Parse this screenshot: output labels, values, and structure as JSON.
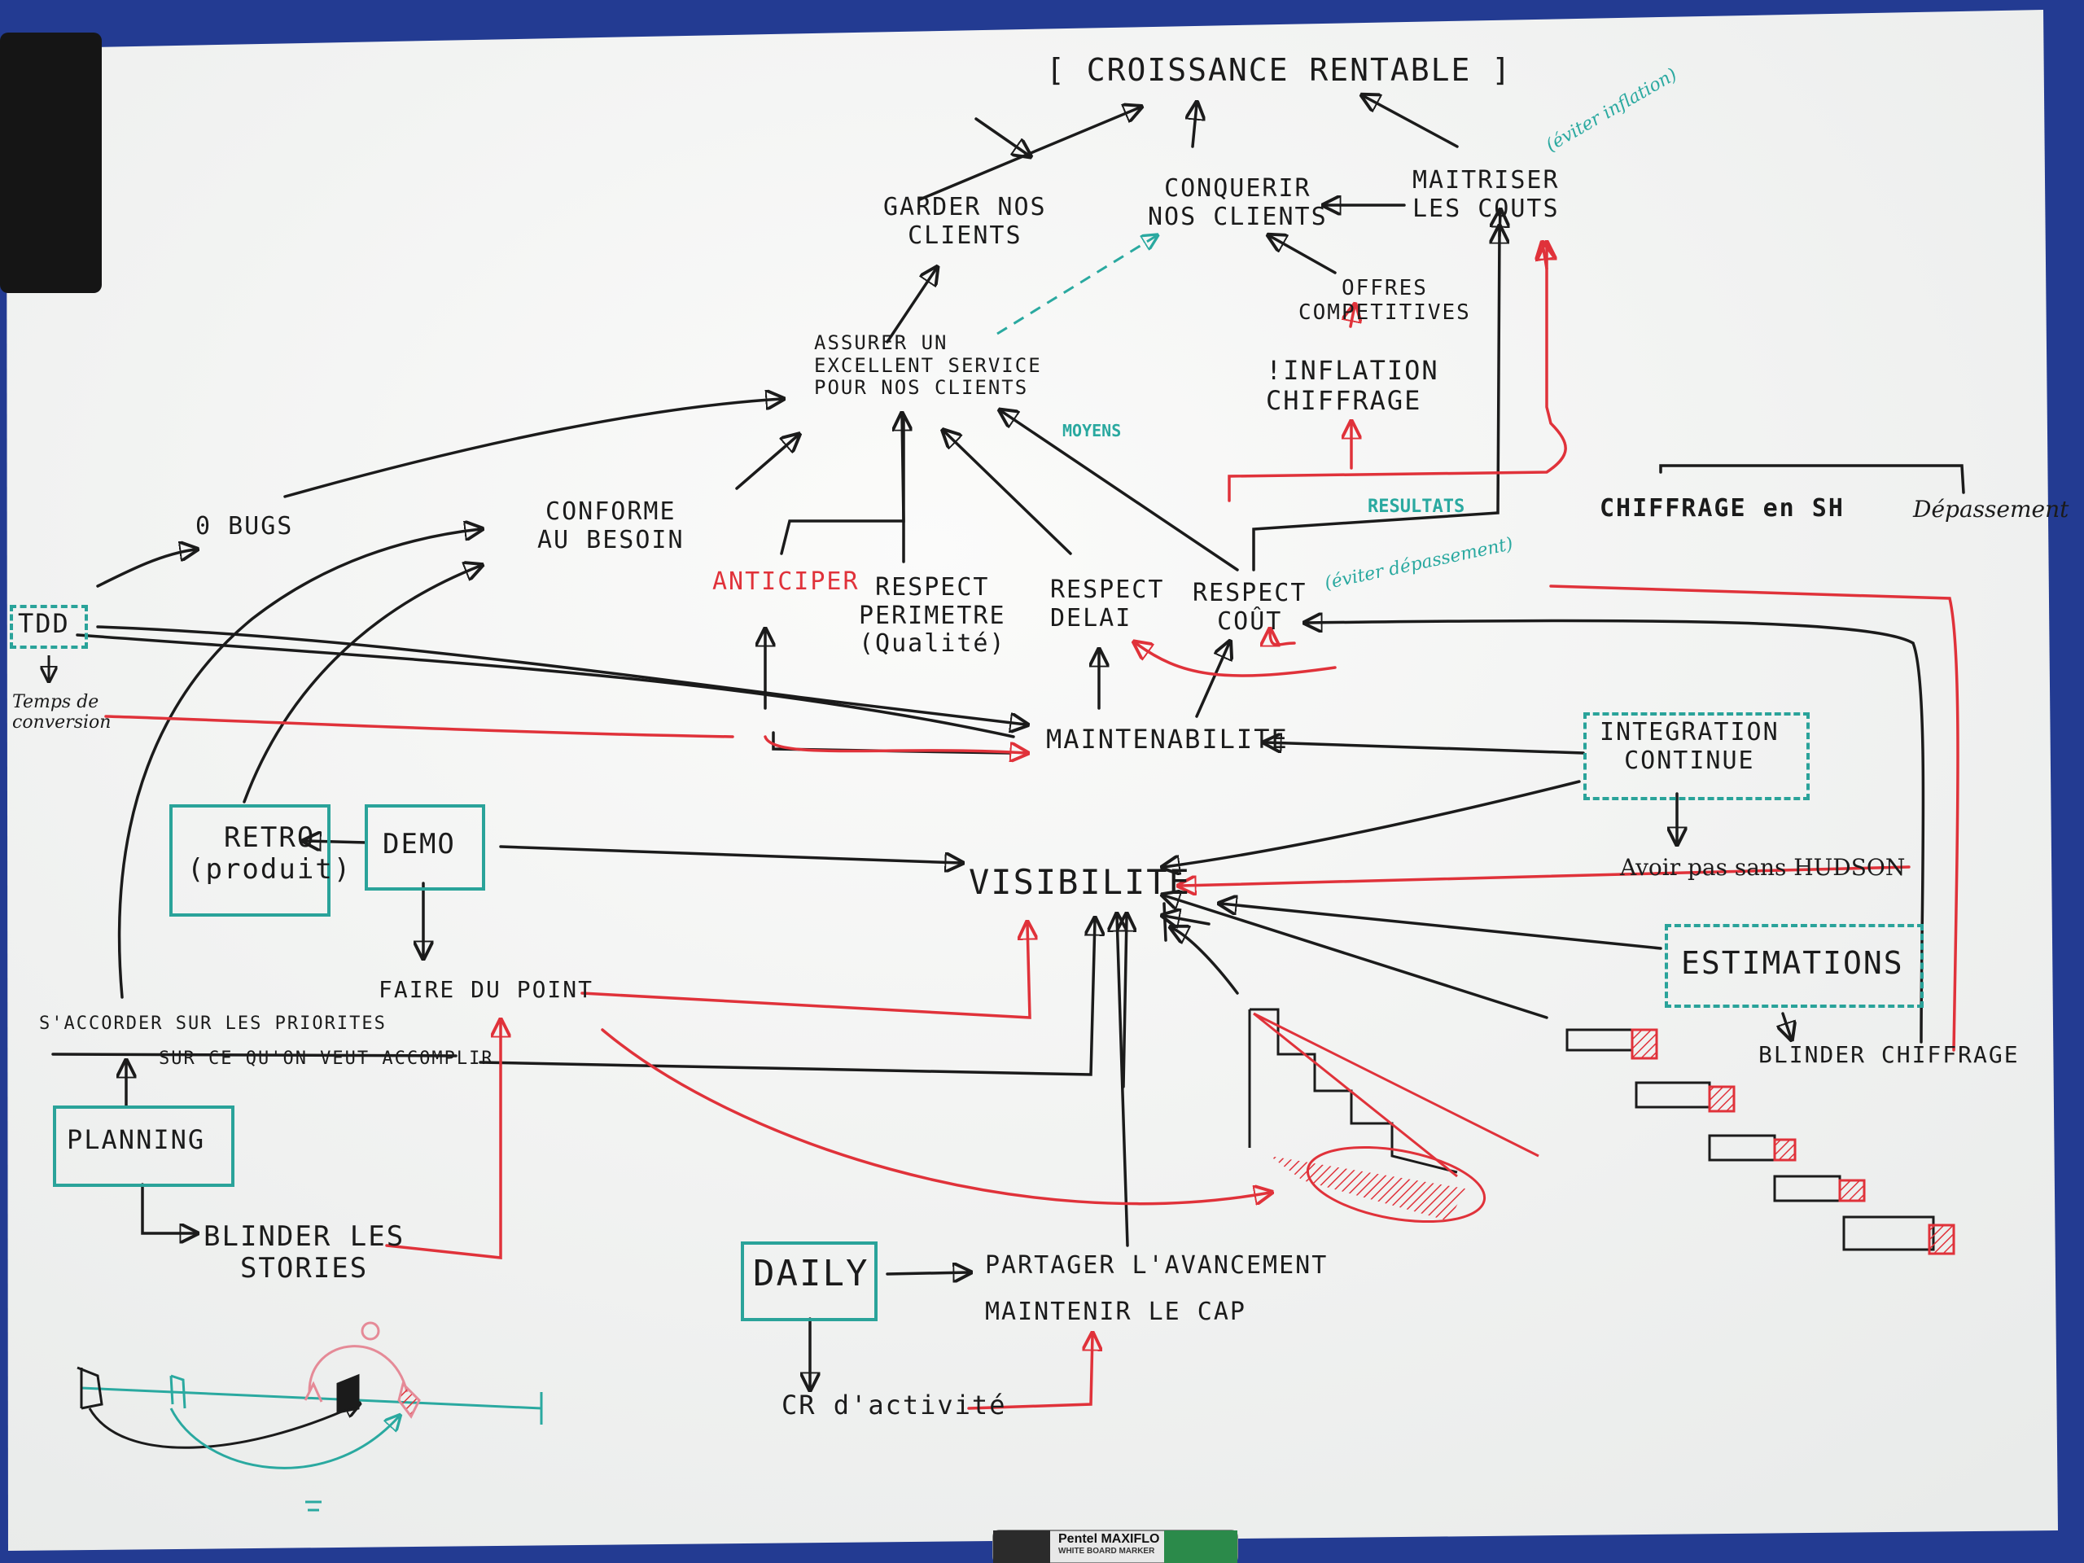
{
  "colors": {
    "black_ink": "#1b1b1b",
    "red_ink": "#e0323a",
    "teal_ink": "#2aa9a0",
    "frame": "#233b92",
    "board": "#f3f4f3"
  },
  "board": {
    "top": {
      "croissance": "[ CROISSANCE RENTABLE ]"
    },
    "goals": {
      "garder": "GARDER NOS\nCLIENTS",
      "conquerir": "CONQUERIR\nNOS CLIENTS",
      "maitriser": "MAITRISER\nLES COUTS",
      "maitriser_note": "(éviter inflation)"
    },
    "middle": {
      "assurer": "ASSURER UN\nEXCELLENT SERVICE\nPOUR NOS CLIENTS",
      "offres": "OFFRES\nCOMPETITIVES",
      "inflation": "!INFLATION\nCHIFFRAGE",
      "moyens": "MOYENS",
      "resultats": "RESULTATS",
      "chiffrage": "CHIFFRAGE en SH",
      "depassement": "Dépassement"
    },
    "criteria": {
      "zero_bugs": "0 BUGS",
      "conforme": "CONFORME\nAU BESOIN",
      "anticiper": "ANTICIPER",
      "perimetre": "RESPECT\nPERIMETRE\n(Qualité)",
      "delai": "RESPECT\nDELAI",
      "cout": "RESPECT\nCOÛT",
      "cout_note": "(éviter dépassement)"
    },
    "practices": {
      "tdd": "TDD",
      "temps": "Temps de\nconversion",
      "maintenabilite": "MAINTENABILITE",
      "integration": "INTEGRATION\nCONTINUE",
      "retro": "RETRO\n(produit)",
      "demo": "DEMO",
      "visibilite": "VISIBILITE",
      "hudson": "Avoir pas sans HUDSON",
      "estimations": "ESTIMATIONS",
      "blinder_chiffrage": "BLINDER CHIFFRAGE",
      "faire_point": "FAIRE DU POINT",
      "accorder": "S'ACCORDER SUR LES PRIORITES",
      "accomplir": "SUR CE QU'ON VEUT ACCOMPLIR",
      "planning": "PLANNING",
      "blinder_stories": "BLINDER LES\nSTORIES",
      "daily": "DAILY",
      "partager": "PARTAGER L'AVANCEMENT",
      "maintenir": "MAINTENIR LE CAP",
      "cr": "CR d'activité"
    },
    "marker": {
      "brand": "Pentel MAXIFLO",
      "sub": "WHITE BOARD MARKER"
    }
  }
}
